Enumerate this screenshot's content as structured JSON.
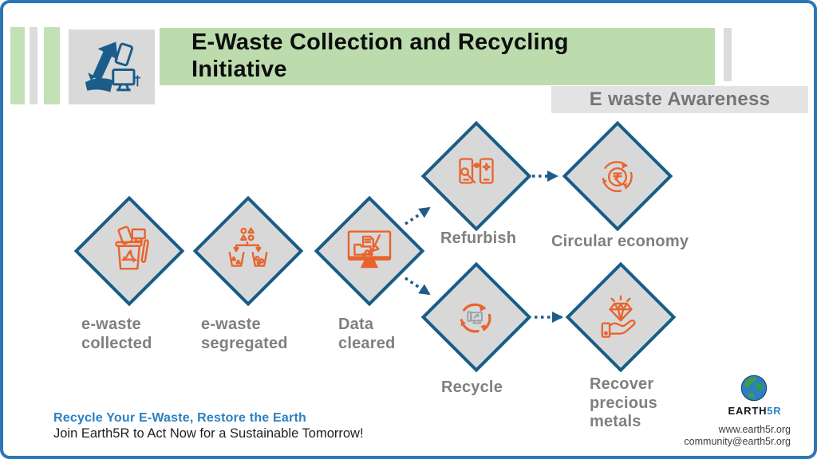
{
  "header": {
    "title": "E-Waste Collection and Recycling Initiative",
    "awareness_label": "E waste Awareness",
    "icon": "e-waste-recycling-icon"
  },
  "flow": {
    "nodes": [
      {
        "id": "collected",
        "label": "e-waste\ncollected",
        "icon": "trash-bin-devices-icon"
      },
      {
        "id": "segregated",
        "label": "e-waste\nsegregated",
        "icon": "sorting-shapes-bins-icon"
      },
      {
        "id": "data-cleared",
        "label": "Data\ncleared",
        "icon": "monitor-cleanup-icon"
      },
      {
        "id": "refurbish",
        "label": "Refurbish",
        "icon": "phone-repair-icon"
      },
      {
        "id": "circular-economy",
        "label": "Circular economy",
        "icon": "rupee-circular-arrows-icon"
      },
      {
        "id": "recycle",
        "label": "Recycle",
        "icon": "recycle-arrows-computer-icon"
      },
      {
        "id": "recover",
        "label": "Recover\nprecious\nmetals",
        "icon": "hand-gem-icon"
      }
    ]
  },
  "footer": {
    "tagline_primary": "Recycle Your E-Waste, Restore the Earth",
    "tagline_secondary": "Join Earth5R to Act Now for a Sustainable Tomorrow!",
    "brand": {
      "name_part1": "EARTH",
      "name_part2": "5R",
      "logo": "earth-globe-icon"
    },
    "website": "www.earth5r.org",
    "email": "community@earth5r.org"
  },
  "colors": {
    "frame_border": "#2e75b6",
    "banner_green": "#bcdcae",
    "bar_green": "#c3e0b6",
    "bar_gray": "#dcdcdc",
    "awareness_bg": "#e3e3e3",
    "diamond_fill": "#d8d8d8",
    "diamond_border": "#175d85",
    "icon_orange": "#e8642e",
    "header_icon_blue": "#1b5c8a",
    "label_gray": "#7f7f7f",
    "arrow_blue": "#1d5c8c",
    "tagline_blue": "#2980c4",
    "brand_blue": "#2e86c1"
  }
}
